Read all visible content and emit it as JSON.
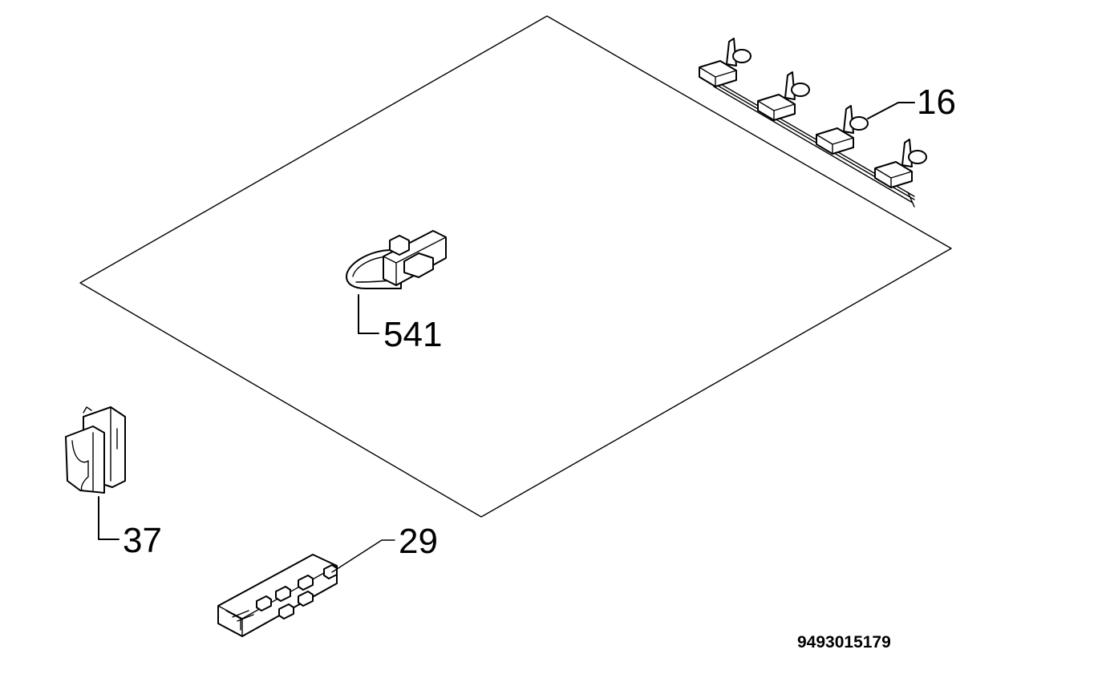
{
  "callouts": {
    "part_16": "16",
    "part_541": "541",
    "part_37": "37",
    "part_29": "29"
  },
  "diagram_code": "9493015179"
}
